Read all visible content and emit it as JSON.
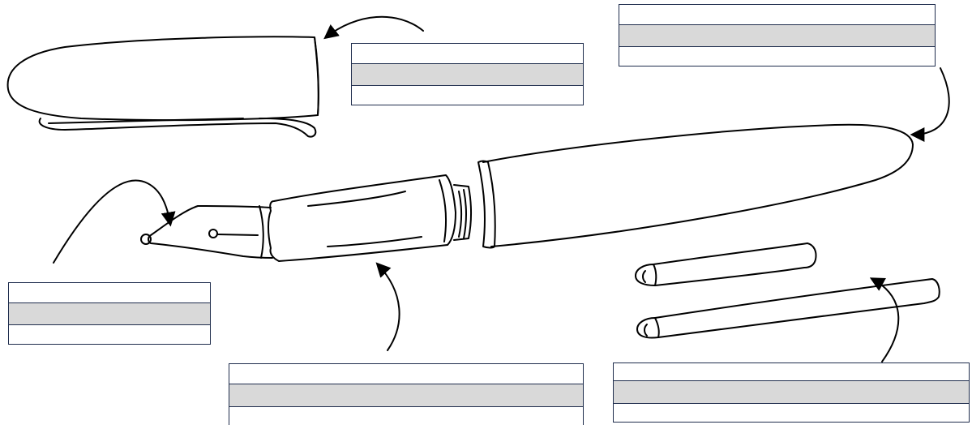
{
  "diagram": {
    "colors": {
      "stroke": "#000000",
      "box_border": "#1f2d4d",
      "box_shade": "#d9d9d9",
      "background": "#ffffff"
    },
    "parts": [
      {
        "id": "cap",
        "icon": "pen-cap"
      },
      {
        "id": "barrel",
        "icon": "pen-barrel"
      },
      {
        "id": "nib",
        "icon": "pen-nib"
      },
      {
        "id": "grip",
        "icon": "pen-grip"
      },
      {
        "id": "cartridges",
        "icon": "ink-cartridge"
      }
    ],
    "label_boxes": [
      {
        "id": "cap-label",
        "rows": [
          "",
          "",
          ""
        ]
      },
      {
        "id": "barrel-label",
        "rows": [
          "",
          "",
          ""
        ]
      },
      {
        "id": "nib-label",
        "rows": [
          "",
          "",
          ""
        ]
      },
      {
        "id": "grip-label",
        "rows": [
          "",
          "",
          ""
        ]
      },
      {
        "id": "cartridge-label",
        "rows": [
          "",
          "",
          ""
        ]
      }
    ]
  }
}
